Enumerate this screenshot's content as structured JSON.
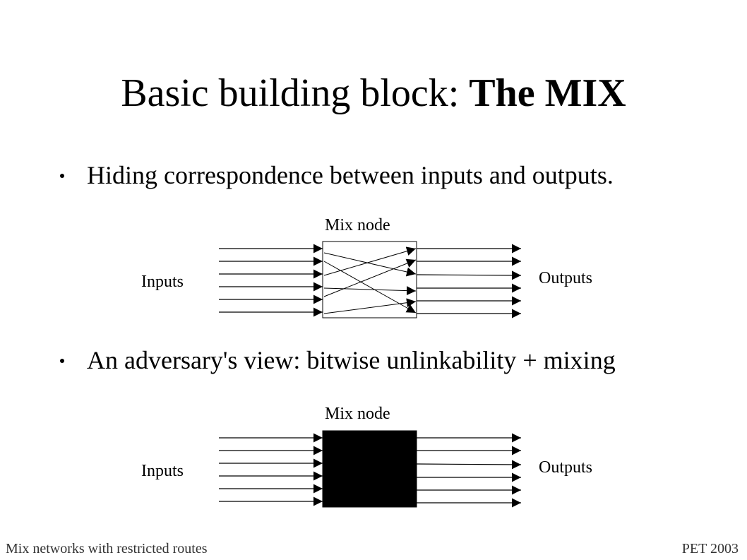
{
  "title": {
    "normal": "Basic building block: ",
    "bold": "The MIX"
  },
  "bullets": [
    "Hiding correspondence between inputs and outputs.",
    "An adversary's view: bitwise unlinkability + mixing"
  ],
  "diagrams": [
    {
      "node_label": "Mix node",
      "inputs_label": "Inputs",
      "outputs_label": "Outputs",
      "box_style": "transparent"
    },
    {
      "node_label": "Mix node",
      "inputs_label": "Inputs",
      "outputs_label": "Outputs",
      "box_style": "black"
    }
  ],
  "footer": {
    "left": "Mix networks with restricted routes",
    "right": "PET 2003"
  }
}
